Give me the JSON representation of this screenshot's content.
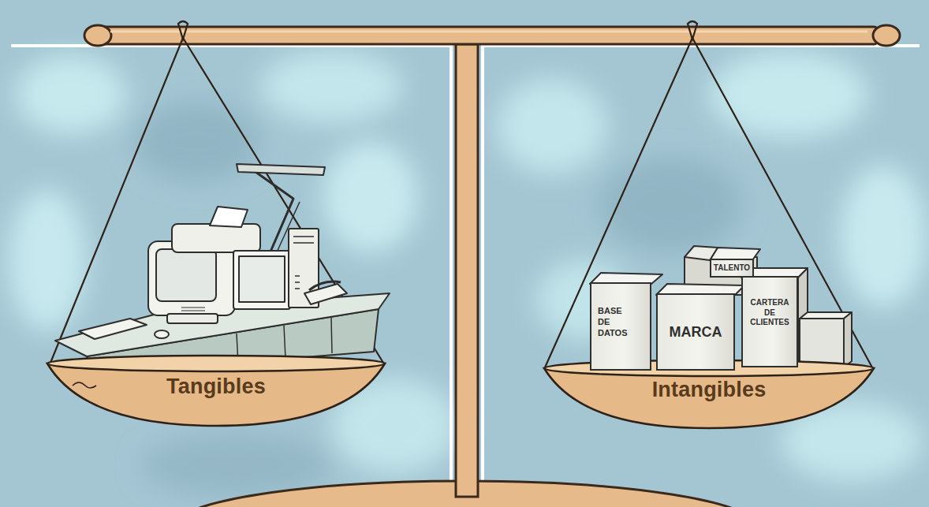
{
  "diagram": {
    "nodes": [
      {
        "text": [
          "Tangibles"
        ]
      },
      {
        "text": [
          "TALENTO"
        ]
      },
      {
        "text": [
          "BASE DE DATOS"
        ]
      },
      {
        "text": [
          "MARCA"
        ]
      },
      {
        "text": [
          "CARTERA DE CLIENTES"
        ]
      },
      {
        "text": [
          "Intangibles"
        ]
      }
    ]
  }
}
